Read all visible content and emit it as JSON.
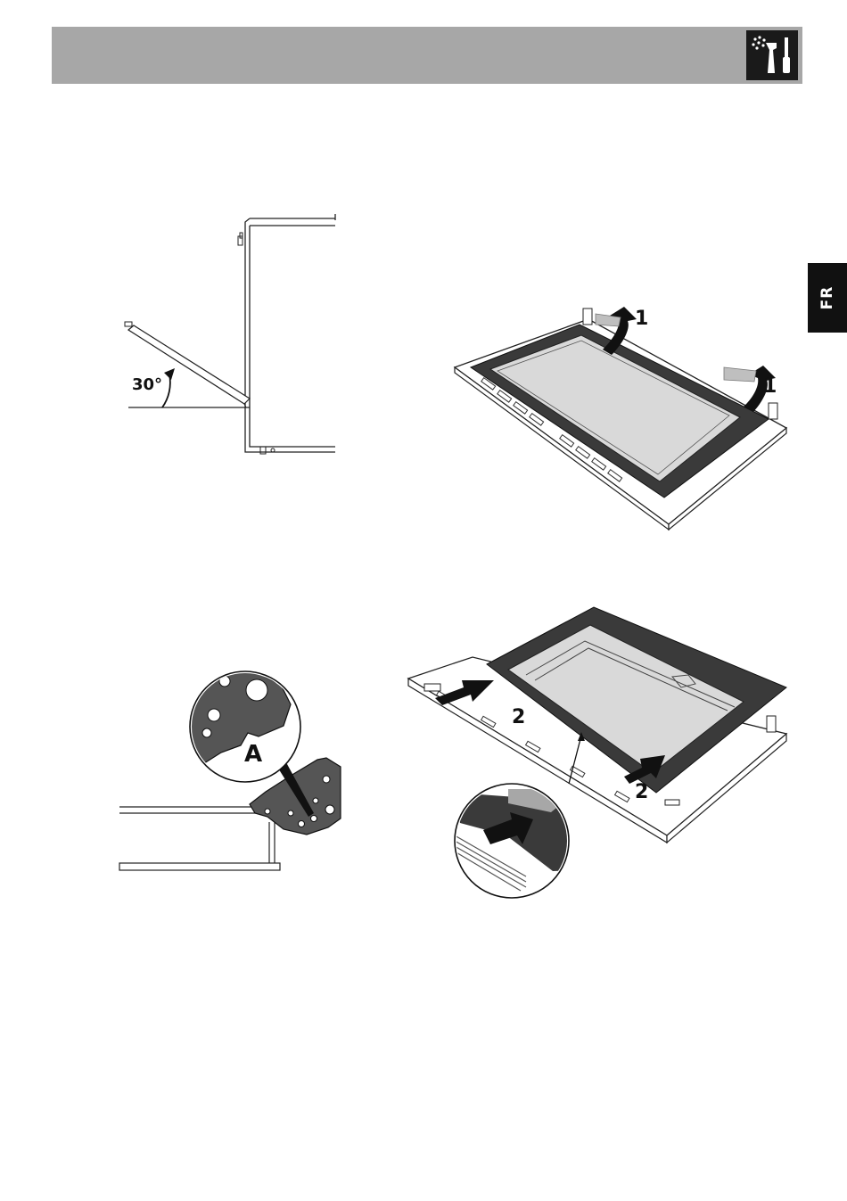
{
  "header": {
    "icon": "cleaning-maintenance-icon",
    "bar_color": "#a7a7a7"
  },
  "side_tab": {
    "label": "FR"
  },
  "figures": {
    "door_angle": {
      "angle_label": "30°"
    },
    "remove_gasket": {
      "step_label_left": "1",
      "step_label_right": "1"
    },
    "hinge_detail": {
      "callout_label": "A"
    },
    "insert_gasket": {
      "step_label_left": "2",
      "step_label_right": "2"
    }
  }
}
